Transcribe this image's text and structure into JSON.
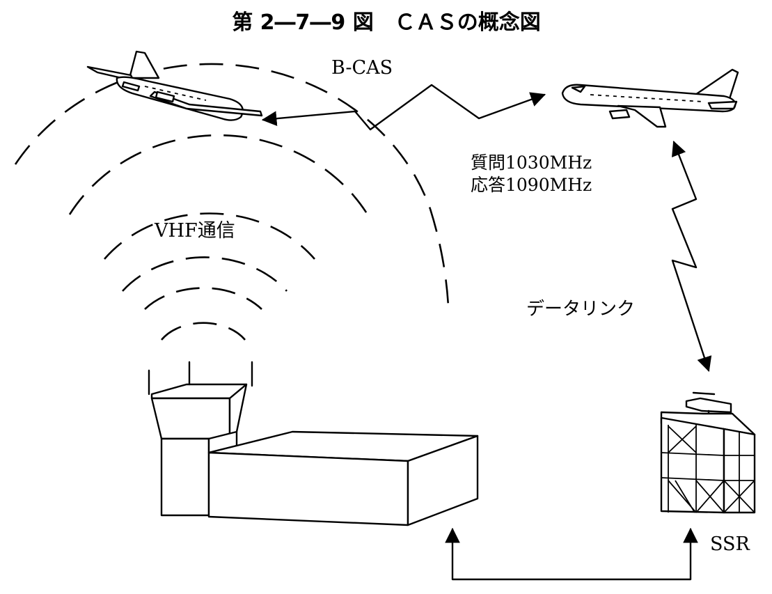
{
  "title": "第 2―7―9 図　ＣＡＳの概念図",
  "labels": {
    "bcas": "B-CAS",
    "vhf": "VHF通信",
    "interrogation": "質問1030MHz",
    "reply": "応答1090MHz",
    "datalink": "データリンク",
    "ssr": "SSR"
  },
  "colors": {
    "ink": "#000000",
    "paper": "#ffffff"
  }
}
